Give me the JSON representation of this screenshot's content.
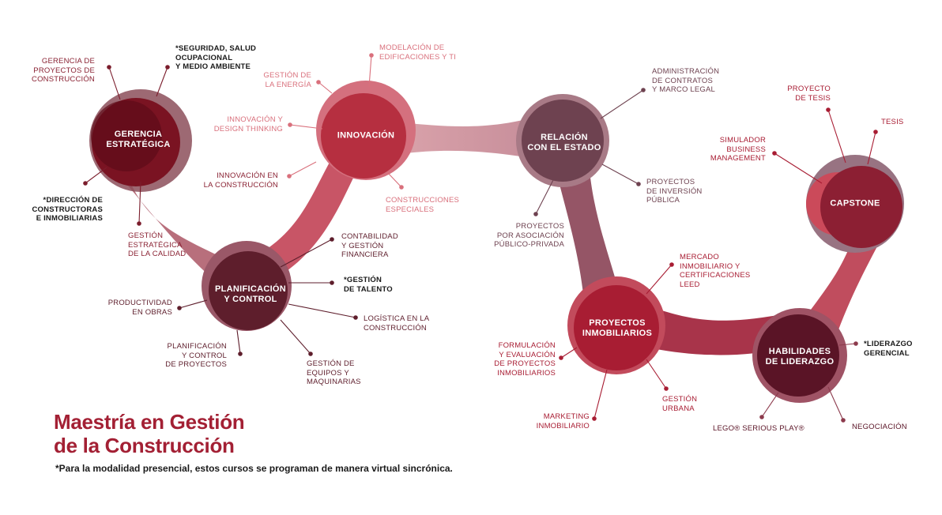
{
  "colors": {
    "gerencia": "#6b0f1c",
    "planificacion": "#5e1e2c",
    "innovacion": "#c8394a",
    "relacion": "#6e4250",
    "proyectos": "#a81d33",
    "habilidades": "#651a2c",
    "capstone": "#a82d3d",
    "title": "#a32034"
  },
  "nodes": {
    "gerencia": "GERENCIA\nESTRATÉGICA",
    "planificacion": "PLANIFICACIÓN\nY CONTROL",
    "innovacion": "INNOVACIÓN",
    "relacion": "RELACIÓN\nCON EL ESTADO",
    "proyectos": "PROYECTOS\nINMOBILIARIOS",
    "habilidades": "HABILIDADES\nDE LIDERAZGO",
    "capstone": "CAPSTONE"
  },
  "courses": {
    "g1": "GERENCIA DE\nPROYECTOS DE\nCONSTRUCCIÓN",
    "g2": "*SEGURIDAD, SALUD\nOCUPACIONAL\nY MEDIO AMBIENTE",
    "g3": "*DIRECCIÓN DE\nCONSTRUCTORAS\nE INMOBILIARIAS",
    "g4": "GESTIÓN\nESTRATÉGICA\nDE LA CALIDAD",
    "i1": "GESTIÓN DE\nLA ENERGÍA",
    "i2": "MODELACIÓN DE\nEDIFICACIONES Y TI",
    "i3": "INNOVACIÓN Y\nDESIGN THINKING",
    "i4": "INNOVACIÓN EN\nLA CONSTRUCCIÓN",
    "i5": "CONSTRUCCIONES\nESPECIALES",
    "p1": "CONTABILIDAD\nY GESTIÓN\nFINANCIERA",
    "p2": "*GESTIÓN\nDE TALENTO",
    "p3": "LOGÍSTICA EN LA\nCONSTRUCCIÓN",
    "p4": "GESTIÓN DE\nEQUIPOS Y\nMAQUINARIAS",
    "p5": "PLANIFICACIÓN\nY CONTROL\nDE PROYECTOS",
    "p6": "PRODUCTIVIDAD\nEN OBRAS",
    "r1": "ADMINISTRACIÓN\nDE CONTRATOS\nY MARCO LEGAL",
    "r2": "PROYECTOS\nDE INVERSIÓN\nPÚBLICA",
    "r3": "PROYECTOS\nPOR ASOCIACIÓN\nPÚBLICO-PRIVADA",
    "pi1": "MERCADO\nINMOBILIARIO Y\nCERTIFICACIONES\nLEED",
    "pi2": "FORMULACIÓN\nY EVALUACIÓN\nDE PROYECTOS\nINMOBILIARIOS",
    "pi3": "MARKETING\nINMOBILIARIO",
    "pi4": "GESTIÓN\nURBANA",
    "h1": "*LIDERAZGO\nGERENCIAL",
    "h2": "LEGO® SERIOUS PLAY®",
    "h3": "NEGOCIACIÓN",
    "c1": "PROYECTO\nDE TESIS",
    "c2": "TESIS",
    "c3": "SIMULADOR\nBUSINESS\nMANAGEMENT"
  },
  "title": "Maestría en Gestión\nde la Construcción",
  "note": "*Para la modalidad presencial, estos cursos se programan de manera virtual sincrónica."
}
